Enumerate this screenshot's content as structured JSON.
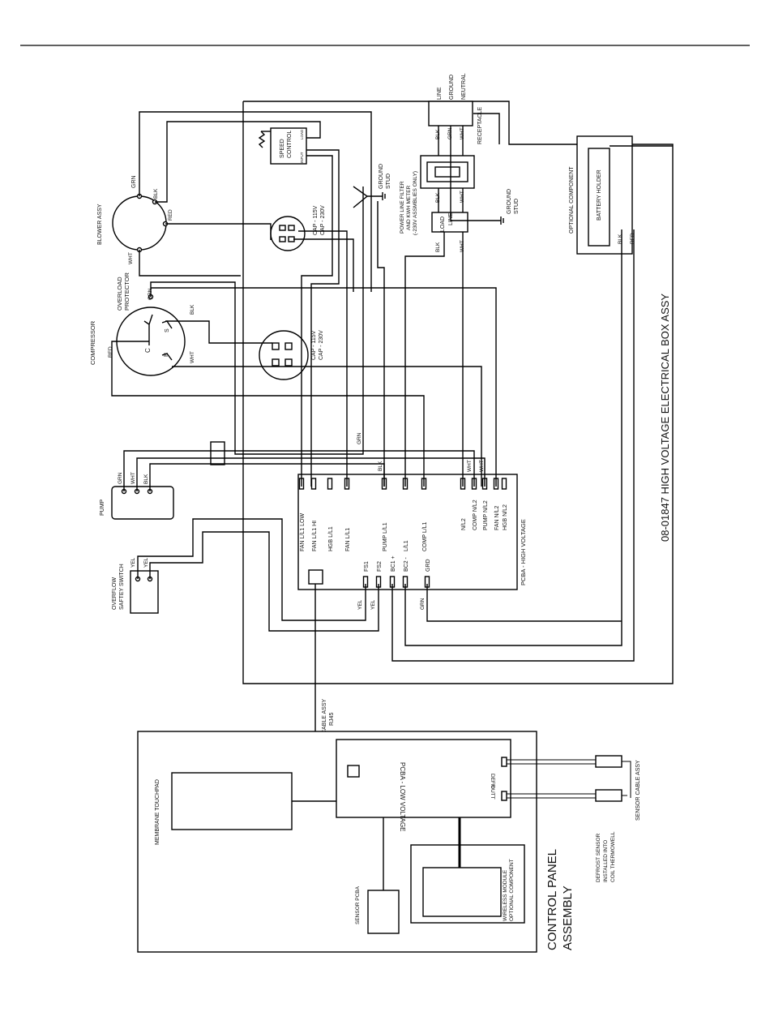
{
  "title": "08-01847 HIGH VOLTAGE ELECTRICAL BOX ASSY",
  "control_panel_title": [
    "CONTROL PANEL",
    "ASSEMBLY"
  ],
  "components": {
    "blower": "BLOWER ASSY",
    "compressor": "COMPRESSOR",
    "overload": [
      "OVERLOAD",
      "PROTECTOR"
    ],
    "speed_control": [
      "SPEED",
      "CONTROL"
    ],
    "speed_input": "INPUT",
    "speed_load": "LOAD",
    "cap_blower": [
      "CAP - 115V",
      "CAP - 230V"
    ],
    "cap_comp": [
      "CAP - 115V",
      "CAP - 230V"
    ],
    "ground_stud": [
      "GROUND",
      "STUD"
    ],
    "ground_stud2": [
      "GROUND",
      "STUD"
    ],
    "receptacle": "RECEPTACLE",
    "line": "LINE",
    "ground": "GROUND",
    "neutral": "NEUTRAL",
    "filter": [
      "POWER LINE FILTER",
      "AND KWH METER",
      "(-230V ASSMBLIES ONLY)"
    ],
    "filter_line": "LINE",
    "filter_load": "LOAD",
    "optional": "OPTIONAL COMPONENT",
    "battery": "BATTERY HOLDER",
    "pump": "PUMP",
    "overflow": [
      "OVERFLOW",
      "SAFTEY SWITCH"
    ],
    "pcba_hv": "PCBA - HIGH VOLTAGE",
    "cable": [
      "CABLE ASSY",
      "RJ45"
    ],
    "membrane": "MEMBRANE TOUCHPAD",
    "pcba_lv": "PCBA - LOW VOLTAGE",
    "sensor_pcba": "SENSOR PCBA",
    "wireless": [
      "WIRELESS MODULE",
      "OPTIONAL COMPONENT"
    ],
    "sensor_cable": "SENSOR CABLE ASSY",
    "defrost": [
      "DEFROST SENSOR",
      "INSTALLED INTO",
      "COIL THERMOWELL"
    ],
    "defr": "DEFR",
    "outt": "OUTT"
  },
  "terminals_top": [
    "FAN L/L1 LOW",
    "FAN L/L1 HI",
    "HGB L/L1",
    "FAN L/L1",
    "PUMP L/L1",
    "L/L1",
    "COMP L/L1"
  ],
  "terminals_right": [
    "N/L2",
    "COMP N/L2",
    "PUMP N/L2",
    "FAN N/L2",
    "HGB N/L2"
  ],
  "terminals_bottom": [
    "FS1",
    "FS2",
    "BC1 +",
    "BC2 -",
    "GRD"
  ],
  "compressor_pins": [
    "C",
    "S",
    "R"
  ],
  "wire_labels": {
    "grn": "GRN",
    "blk": "BLK",
    "red": "RED",
    "wht": "WHT",
    "yel": "YEL"
  }
}
